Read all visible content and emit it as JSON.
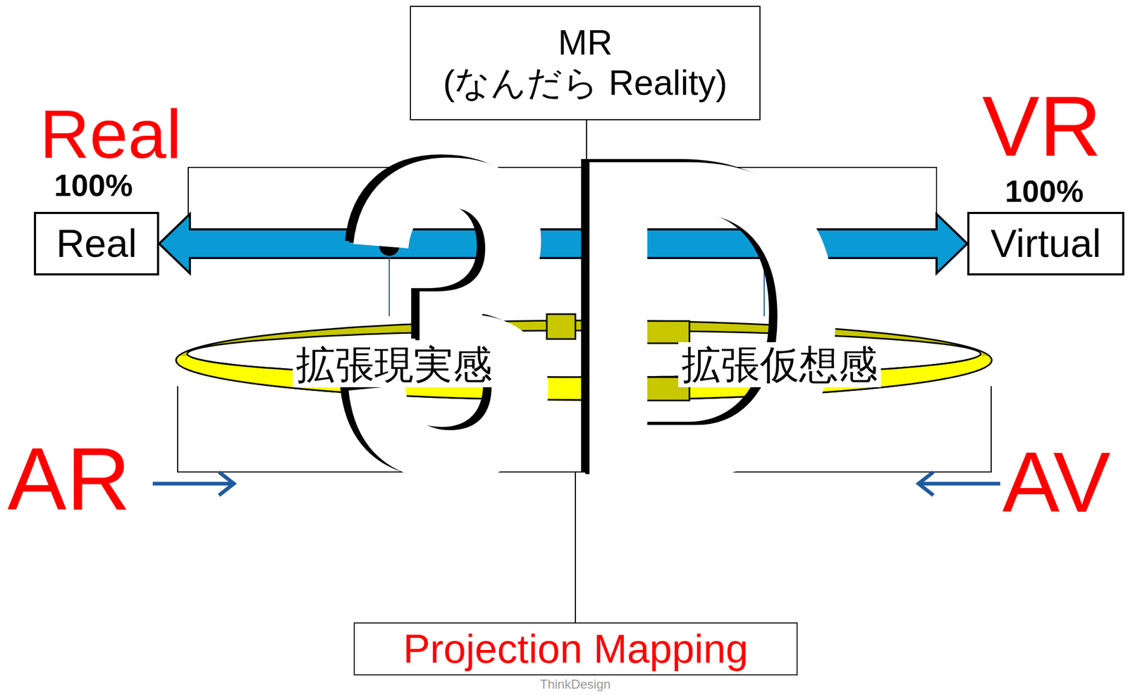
{
  "diagram": {
    "nodes": [
      {
        "text": [
          "MR",
          "(なんだら Reality)"
        ]
      },
      {
        "text": [
          "Real"
        ]
      },
      {
        "text": [
          "Virtual"
        ]
      },
      {
        "text": [
          "Projection Mapping"
        ]
      }
    ],
    "edges": [
      {
        "from": 1,
        "to": 2,
        "arrow": "both"
      }
    ],
    "labels": [
      "Real",
      "100%",
      "VR",
      "100%",
      "3D",
      "拡張現実感",
      "拡張仮想感",
      "AR",
      "AV",
      "ThinkDesign"
    ]
  }
}
